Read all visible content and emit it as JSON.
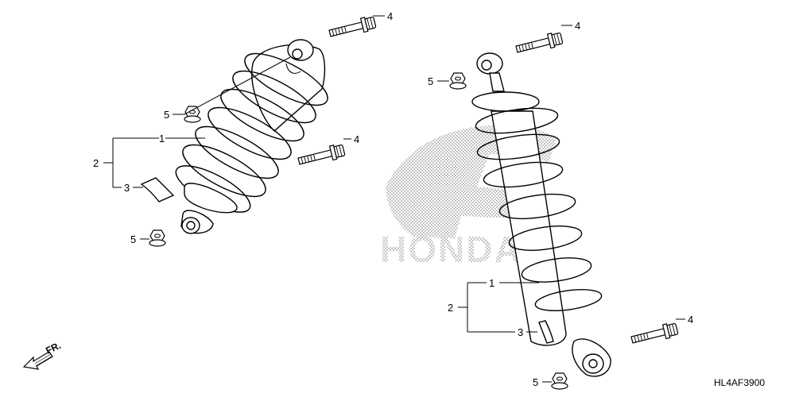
{
  "watermark": {
    "brand": "HONDA"
  },
  "diagram_code": "HL4AF3900",
  "direction": {
    "label": "FR."
  },
  "callouts": {
    "left_top_bolt": "4",
    "left_top_nut": "5",
    "left_shock": "1",
    "left_assembly": "2",
    "left_label": "3",
    "left_mid_bolt": "4",
    "left_bottom_nut": "5",
    "right_top_bolt": "4",
    "right_top_nut": "5",
    "right_shock": "1",
    "right_assembly": "2",
    "right_label": "3",
    "right_bottom_bolt": "4",
    "right_bottom_nut": "5"
  }
}
